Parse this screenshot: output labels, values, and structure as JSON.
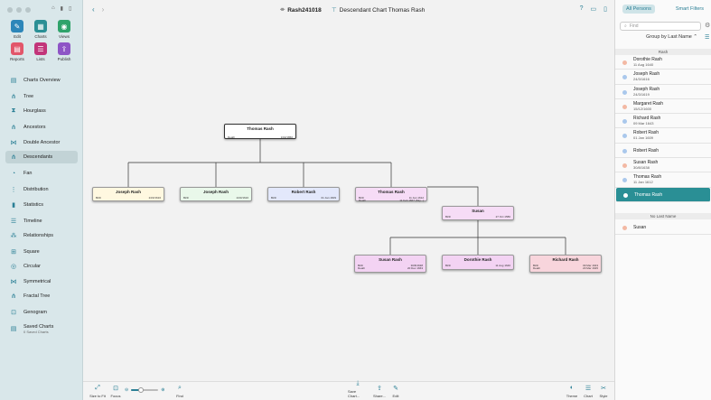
{
  "sidebar": {
    "tools": [
      {
        "label": "Edit",
        "icon": "pencil-icon",
        "color": "#2c86b9",
        "glyph": "✎"
      },
      {
        "label": "Charts",
        "icon": "charts-icon",
        "color": "#2a8f95",
        "glyph": "▦"
      },
      {
        "label": "Views",
        "icon": "eye-icon",
        "color": "#2fa36b",
        "glyph": "◉"
      },
      {
        "label": "Reports",
        "icon": "reports-icon",
        "color": "#e2566a",
        "glyph": "▤"
      },
      {
        "label": "Lists",
        "icon": "lists-icon",
        "color": "#c2357a",
        "glyph": "☰"
      },
      {
        "label": "Publish",
        "icon": "publish-icon",
        "color": "#8e55c6",
        "glyph": "⇪"
      }
    ],
    "nav": [
      {
        "label": "Charts Overview",
        "icon": "charts-overview-icon",
        "glyph": "▤"
      },
      {
        "label": "Tree",
        "icon": "tree-icon",
        "glyph": "⋔"
      },
      {
        "label": "Hourglass",
        "icon": "hourglass-icon",
        "glyph": "⧗"
      },
      {
        "label": "Ancestors",
        "icon": "ancestors-icon",
        "glyph": "⋔"
      },
      {
        "label": "Double Ancestor",
        "icon": "double-ancestor-icon",
        "glyph": "⋈"
      },
      {
        "label": "Descendants",
        "icon": "descendants-icon",
        "glyph": "⋔"
      },
      {
        "label": "Fan",
        "icon": "fan-icon",
        "glyph": "◔"
      },
      {
        "label": "Distribution",
        "icon": "distribution-icon",
        "glyph": "⋮"
      },
      {
        "label": "Statistics",
        "icon": "statistics-icon",
        "glyph": "▮"
      },
      {
        "label": "Timeline",
        "icon": "timeline-icon",
        "glyph": "☰"
      },
      {
        "label": "Relationships",
        "icon": "relationships-icon",
        "glyph": "⁂"
      },
      {
        "label": "Square",
        "icon": "square-icon",
        "glyph": "⊞"
      },
      {
        "label": "Circular",
        "icon": "circular-icon",
        "glyph": "◎"
      },
      {
        "label": "Symmetrical",
        "icon": "symmetrical-icon",
        "glyph": "⋈"
      },
      {
        "label": "Fractal Tree",
        "icon": "fractal-tree-icon",
        "glyph": "⋔"
      },
      {
        "label": "Genogram",
        "icon": "genogram-icon",
        "glyph": "⊡"
      },
      {
        "label": "Saved Charts",
        "icon": "saved-charts-icon",
        "glyph": "▤",
        "sub": "0 Saved Charts"
      }
    ],
    "selected_nav": "Descendants"
  },
  "titlebar": {
    "document": "Rash241018",
    "chart_title": "Descendant Chart Thomas Rash"
  },
  "chart": {
    "root": {
      "name": "Thomas Rash",
      "death_label": "Death",
      "death_value": "13/2/1860"
    },
    "children": [
      {
        "name": "Joseph Rash",
        "birth_label": "Birth",
        "birth_value": "24/3/1616",
        "color": "#fff8e0"
      },
      {
        "name": "Joseph Rash",
        "birth_label": "Birth",
        "birth_value": "24/3/1616",
        "color": "#e9f8ea"
      },
      {
        "name": "Robert Rash",
        "birth_label": "Birth",
        "birth_value": "01 Jan 1609",
        "color": "#e3e8fb"
      },
      {
        "name": "Thomas Rash",
        "birth_label": "Birth",
        "birth_value": "11 Jan 1612",
        "death_label": "Death",
        "death_value": "11 Feb 1667 (Sky...)",
        "color": "#f6dcf6"
      }
    ],
    "spouse": {
      "name": "Susan",
      "birth_label": "Birth",
      "birth_value": "27 Oct 1580",
      "color": "#f6dcf6"
    },
    "grandchildren": [
      {
        "name": "Susan Rash",
        "birth_label": "Birth",
        "birth_value": "30/8/1638",
        "death_label": "Death",
        "death_value": "20 Dec 1663",
        "color": "#f3d3f3"
      },
      {
        "name": "Dorothie Rash",
        "birth_label": "Birth",
        "birth_value": "11 Aug 1640",
        "color": "#f3d3f3"
      },
      {
        "name": "Richard Rash",
        "birth_label": "Birth",
        "birth_value": "09 Mar 1643",
        "death_label": "Death",
        "death_value": "20 Mar 1645",
        "color": "#f8d5dc"
      }
    ]
  },
  "bottombar": {
    "items": [
      {
        "label": "Size to Fit",
        "icon": "size-to-fit-icon",
        "glyph": "⤢"
      },
      {
        "label": "Focus",
        "icon": "focus-icon",
        "glyph": "⊡"
      },
      {
        "label": "Find",
        "icon": "find-icon",
        "glyph": "⌕"
      },
      {
        "label": "Save Chart...",
        "icon": "save-chart-icon",
        "glyph": "⤓"
      },
      {
        "label": "Share...",
        "icon": "share-icon",
        "glyph": "⇪"
      },
      {
        "label": "Edit",
        "icon": "edit-icon",
        "glyph": "✎"
      },
      {
        "label": "Theme",
        "icon": "theme-icon",
        "glyph": "◐"
      },
      {
        "label": "Chart",
        "icon": "chart-settings-icon",
        "glyph": "☰"
      },
      {
        "label": "Style",
        "icon": "style-icon",
        "glyph": "✂"
      }
    ],
    "zoom_fraction": 0.35
  },
  "rpanel": {
    "tab_all": "All Persons",
    "tab_smart": "Smart Filters",
    "find_placeholder": "Find",
    "group_by": "Group by Last Name",
    "section_rash": "Rash",
    "section_none": "No Last Name",
    "persons": [
      {
        "name": "Dorothie Rash",
        "date": "11 Aug 1640",
        "color": "#f3b9a4"
      },
      {
        "name": "Joseph Rash",
        "date": "24/3/1616",
        "color": "#aac8ec"
      },
      {
        "name": "Joseph Rash",
        "date": "24/3/1619",
        "color": "#aac8ec"
      },
      {
        "name": "Margaret Rash",
        "date": "15/12/1600",
        "color": "#f3b9a4"
      },
      {
        "name": "Richard Rash",
        "date": "09 Mar 1643",
        "color": "#aac8ec"
      },
      {
        "name": "Robert Rash",
        "date": "01 Jan 1609",
        "color": "#aac8ec"
      },
      {
        "name": "Robert Rash",
        "date": "",
        "color": "#aac8ec"
      },
      {
        "name": "Susan Rash",
        "date": "30/8/1638",
        "color": "#f3b9a4"
      },
      {
        "name": "Thomas Rash",
        "date": "11 Jan 1612",
        "color": "#aac8ec"
      },
      {
        "name": "Thomas Rash",
        "date": "",
        "color": "#aac8ec",
        "selected": true
      }
    ],
    "others": [
      {
        "name": "Susan",
        "date": "",
        "color": "#f3b9a4"
      }
    ]
  }
}
